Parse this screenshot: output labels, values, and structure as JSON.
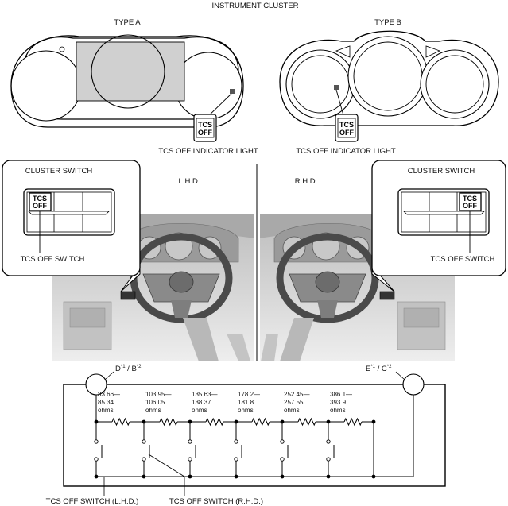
{
  "header": {
    "title": "INSTRUMENT CLUSTER"
  },
  "cluster": {
    "type_a": "TYPE A",
    "type_b": "TYPE B",
    "indicator_label": "TCS OFF INDICATOR LIGHT",
    "tcs_line1": "TCS",
    "tcs_line2": "OFF"
  },
  "switch_area": {
    "cluster_switch": "CLUSTER SWITCH",
    "lhd": "L.H.D.",
    "rhd": "R.H.D.",
    "switch_label": "TCS OFF SWITCH"
  },
  "circuit": {
    "left_connector": "D",
    "left_connector_sup": "*1",
    "left_connector_mid": " / B",
    "left_connector_sup2": "*2",
    "right_connector": "E",
    "right_connector_sup": "*1",
    "right_connector_mid": " / C",
    "right_connector_sup2": "*2",
    "resistors": [
      {
        "min": "83.66—",
        "max": "85.34",
        "unit": "ohms"
      },
      {
        "min": "103.95—",
        "max": "106.05",
        "unit": "ohms"
      },
      {
        "min": "135.63—",
        "max": "138.37",
        "unit": "ohms"
      },
      {
        "min": "178.2—",
        "max": "181.8",
        "unit": "ohms"
      },
      {
        "min": "252.45—",
        "max": "257.55",
        "unit": "ohms"
      },
      {
        "min": "386.1—",
        "max": "393.9",
        "unit": "ohms"
      }
    ],
    "switch_lhd": "TCS OFF SWITCH (L.H.D.)",
    "switch_rhd": "TCS OFF SWITCH (R.H.D.)"
  }
}
